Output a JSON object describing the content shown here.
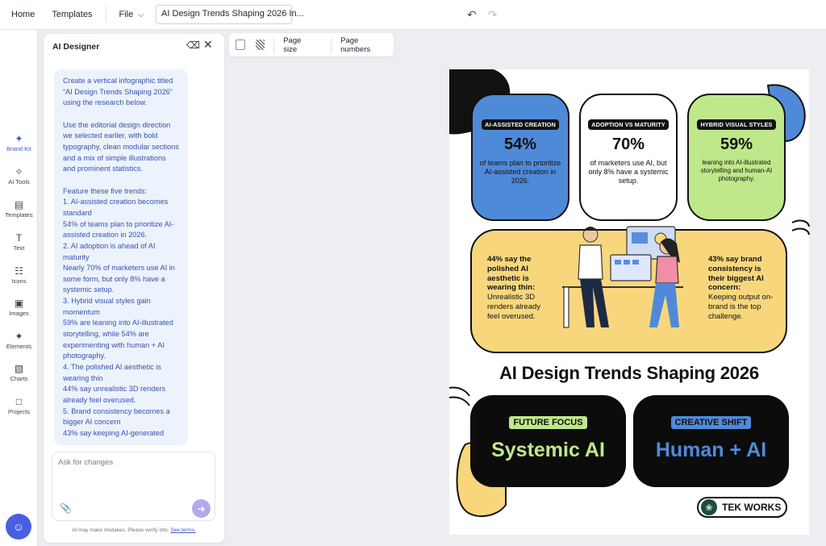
{
  "topbar": {
    "home": "Home",
    "templates": "Templates",
    "file": "File",
    "doc_title": "AI Design Trends Shaping 2026 In..."
  },
  "rail": {
    "brand_kit": "Brand Kit",
    "ai_tools": "AI Tools",
    "templates": "Templates",
    "text": "Text",
    "icons": "Icons",
    "images": "Images",
    "elements": "Elements",
    "charts": "Charts",
    "projects": "Projects"
  },
  "panel": {
    "title": "AI Designer",
    "message": "Create a vertical infographic titled “AI Design Trends Shaping 2026” using the research below.\n\nUse the editorial design direction we selected earlier, with bold typography, clean modular sections and a mix of simple illustrations and prominent statistics.\n\nFeature these five trends:\n1. AI-assisted creation becomes standard\n54% of teams plan to prioritize AI-assisted creation in 2026.\n2. AI adoption is ahead of AI maturity\nNearly 70% of marketers use AI in some form, but only 8% have a systemic setup.\n3. Hybrid visual styles gain momentum\n59% are leaning into AI-illustrated storytelling, while 54% are experimenting with human + AI photography.\n4. The polished AI aesthetic is wearing thin\n44% say unrealistic 3D renders already feel overused.\n5. Brand consistency becomes a bigger AI concern\n43% say keeping AI-generated",
    "input_placeholder": "Ask for changes",
    "disclaimer": "AI may make mistakes. Please verify info.",
    "terms_link": "See terms."
  },
  "canvas_toolbar": {
    "page_size": "Page size",
    "page_numbers": "Page numbers"
  },
  "infographic": {
    "card1": {
      "tag": "AI-ASSISTED CREATION",
      "stat": "54%",
      "text": "of teams plan to prioritize AI-assisted creation in 2026."
    },
    "card2": {
      "tag": "ADOPTION VS MATURITY",
      "stat": "70%",
      "text": "of marketers use AI, but only 8% have a systemic setup."
    },
    "card3": {
      "tag": "HYBRID VISUAL STYLES",
      "stat": "59%",
      "text": "leaning into AI-illustrated storytelling and human-AI photography."
    },
    "left_bold": "44% say the polished AI aesthetic is wearing thin:",
    "left_text": "Unrealistic 3D renders already feel overused.",
    "right_bold": "43% say brand consistency is their biggest AI concern:",
    "right_text": "Keeping output on-brand is the top challenge.",
    "headline": "AI Design Trends Shaping 2026",
    "focus_tag": "FUTURE FOCUS",
    "focus_text": "Systemic AI",
    "shift_tag": "CREATIVE SHIFT",
    "shift_text": "Human + AI",
    "brand": "TEK WORKS"
  },
  "colors": {
    "blue": "#4f8ad9",
    "green": "#bfe88a",
    "yellow": "#f8d77c",
    "accent": "#3b5bcc"
  }
}
